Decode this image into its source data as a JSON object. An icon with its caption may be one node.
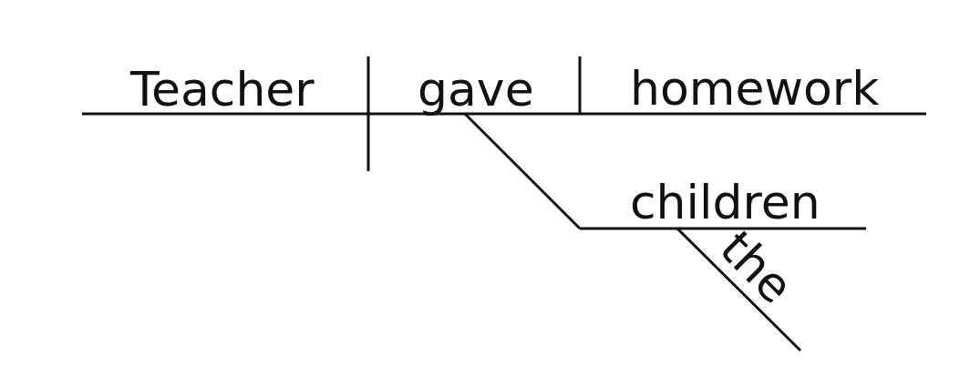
{
  "diagram": {
    "labels": [
      "Teacher",
      "gave",
      "homework",
      "children",
      "the"
    ]
  }
}
